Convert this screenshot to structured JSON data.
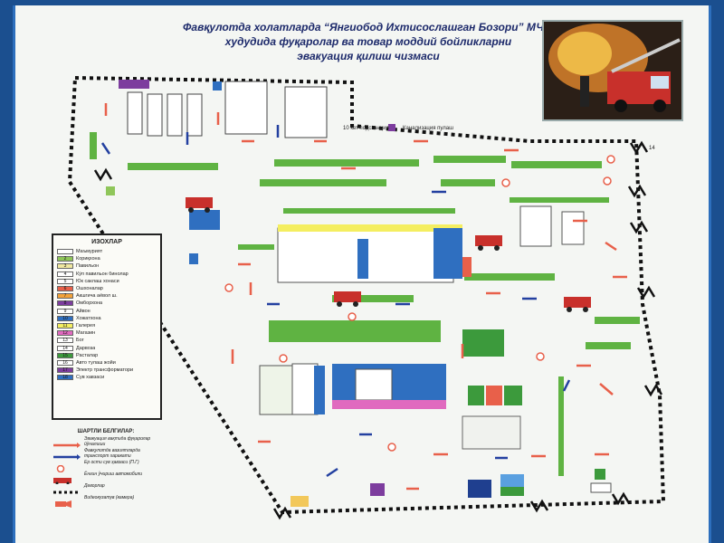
{
  "title": {
    "line1": "Фавқулотда холатларда “Янгиобод Ихтисослашган Бозори” МЧЖ",
    "line2": "худудида фуқаролар ва товар моддий бойликларни",
    "line3": "эвакуация қилиш чизмаси"
  },
  "legend": {
    "title": "ИЗОХЛАР",
    "items": [
      {
        "num": "",
        "label": "Маъмурият",
        "color": "#ffffff"
      },
      {
        "num": "2",
        "label": "Кориқхона",
        "color": "#8fc65a"
      },
      {
        "num": "3",
        "label": "Павильон",
        "color": "#f0e8a0"
      },
      {
        "num": "4",
        "label": "Кўп павильон бинолар",
        "color": "#ffffff"
      },
      {
        "num": "5",
        "label": "Юк саклаш хонаси",
        "color": "#ffffff"
      },
      {
        "num": "6",
        "label": "Ошхоналар",
        "color": "#e8604a"
      },
      {
        "num": "7",
        "label": "Акшгича аёвол ш.",
        "color": "#f2a23a"
      },
      {
        "num": "8",
        "label": "Омборхона",
        "color": "#7d3d9e"
      },
      {
        "num": "9",
        "label": "Айвон",
        "color": "#ffffff"
      },
      {
        "num": "10",
        "label": "Хожатхона",
        "color": "#2f6fc0"
      },
      {
        "num": "11",
        "label": "Галерея",
        "color": "#f4ee60"
      },
      {
        "num": "12",
        "label": "Магазин",
        "color": "#e06abf"
      },
      {
        "num": "13",
        "label": "Бог",
        "color": "#ffffff"
      },
      {
        "num": "14",
        "label": "Дарвоза",
        "color": "#ffffff"
      },
      {
        "num": "15",
        "label": "Расталар",
        "color": "#3c9a3c"
      },
      {
        "num": "16",
        "label": "Авто тулаш жойи",
        "color": "#ffffff"
      },
      {
        "num": "17",
        "label": "Электр трансформатори",
        "color": "#7d3d9e"
      },
      {
        "num": "18",
        "label": "Сув хавзаси",
        "color": "#2f6fc0"
      }
    ]
  },
  "symbols": {
    "title": "ШАРТЛИ БЕЛГИЛАР:",
    "items": [
      {
        "label": "Эвакуация вақтида фуқаролар йўналиши"
      },
      {
        "label": "Фавқулотда вазиятларда транспорт харакати"
      },
      {
        "label": "Ер ости сув ҳавзаси (П.Г)"
      },
      {
        "label": "Ёнгин ўчириш автомобили"
      },
      {
        "label": "Деворлар"
      },
      {
        "label": "Видеокузатув (камера)"
      }
    ]
  },
  "map_labels": {
    "substation": "10 квт подстанция",
    "sewage": "Канализация пулаш",
    "gate": "14"
  },
  "colors": {
    "route_red": "#e8604a",
    "route_blue": "#2340a0",
    "stall_green": "#5fb342",
    "board_blue": "#2d6fbd"
  }
}
